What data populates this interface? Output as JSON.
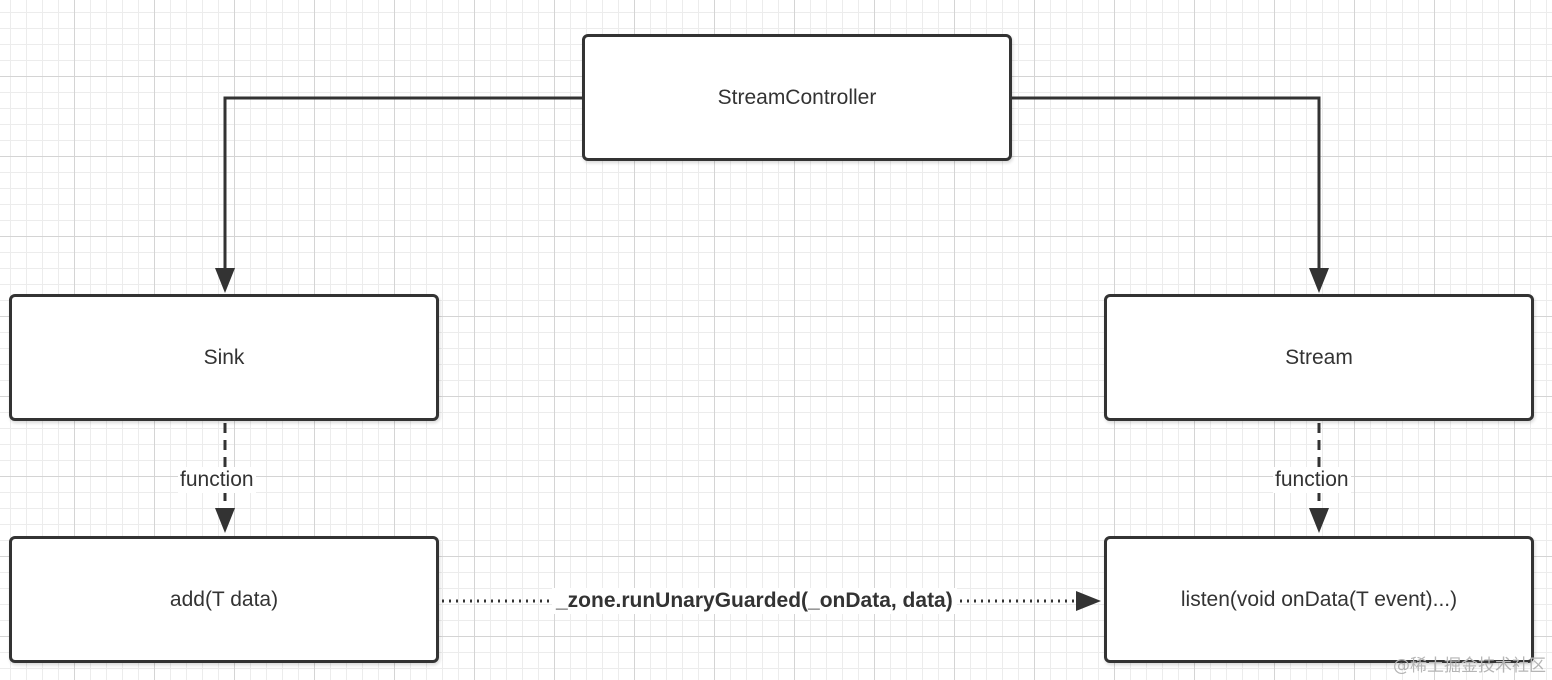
{
  "nodes": {
    "controller": "StreamController",
    "sink": "Sink",
    "stream": "Stream",
    "add": "add(T data)",
    "listen": "listen(void onData(T event)...)"
  },
  "edges": {
    "sink_to_add": "function",
    "stream_to_listen": "function",
    "add_to_listen": "_zone.runUnaryGuarded(_onData, data)"
  },
  "watermark": "@稀土掘金技术社区",
  "colors": {
    "stroke": "#333333",
    "grid_major": "#d4d4d4",
    "grid_minor": "#ececec",
    "watermark": "#b5b5b5"
  }
}
